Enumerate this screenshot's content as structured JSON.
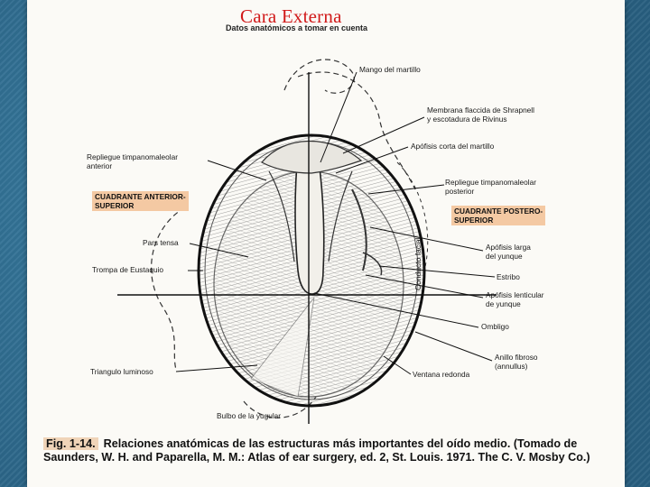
{
  "slide": {
    "title": "Cara Externa",
    "subtitle": "Datos anatómicos a tomar en cuenta"
  },
  "labels": {
    "mango_martillo": "Mango del martillo",
    "membrana_1": "Membrana flaccida de Shrapnell",
    "membrana_2": "y escotadura de Rivinus",
    "apofisis_corta": "Apófisis corta del martillo",
    "repliegue_ant_1": "Repliegue timpanomaleolar",
    "repliegue_ant_2": "anterior",
    "repliegue_post_1": "Repliegue timpanomaleolar",
    "repliegue_post_2": "posterior",
    "cuad_ant_1": "CUADRANTE ANTERIOR-",
    "cuad_ant_2": "SUPERIOR",
    "cuad_post_1": "CUADRANTE POSTERO-",
    "cuad_post_2": "SUPERIOR",
    "pars_tensa": "Pars tensa",
    "trompa": "Trompa de Eustaquio",
    "apofisis_larga_1": "Apófisis larga",
    "apofisis_larga_2": "del yunque",
    "estribo": "Estribo",
    "apofisis_lent_1": "Apófisis lenticular",
    "apofisis_lent_2": "de yunque",
    "ombligo": "Ombligo",
    "anillo_1": "Anillo fibroso",
    "anillo_2": "(annullus)",
    "ventana": "Ventana redonda",
    "triangulo": "Triangulo luminoso",
    "bulbo": "Bulbo de la yugular",
    "conducto": "Conducto facial"
  },
  "caption": {
    "fig": "Fig. 1-14.",
    "text": "Relaciones anatómicas de las estructuras más importantes del oído medio. (Tomado de Saunders, W. H. and Paparella, M. M.: Atlas of ear surgery, ed. 2, St. Louis. 1971. The C. V. Mosby Co.)"
  },
  "colors": {
    "title": "#d11a1a",
    "highlight": "#f4c9a3"
  }
}
